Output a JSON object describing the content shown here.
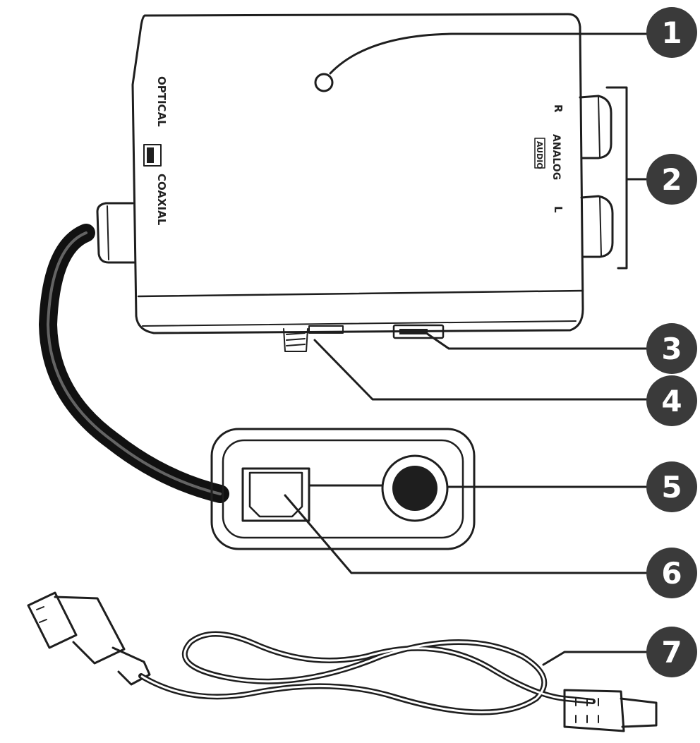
{
  "device": {
    "labels": {
      "optical": "OPTICAL",
      "coaxial": "COAXIAL",
      "right": "R",
      "left": "L",
      "analog": "ANALOG",
      "audio": "AUDIO"
    }
  },
  "callouts": [
    {
      "number": "1"
    },
    {
      "number": "2"
    },
    {
      "number": "3"
    },
    {
      "number": "4"
    },
    {
      "number": "5"
    },
    {
      "number": "6"
    },
    {
      "number": "7"
    }
  ],
  "colors": {
    "line": "#1e1e1e",
    "badge": "#3a3a3a",
    "background": "#ffffff"
  }
}
